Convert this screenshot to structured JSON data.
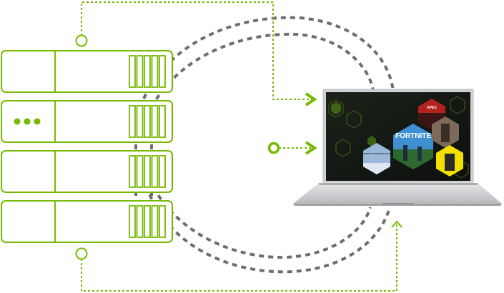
{
  "diagram": {
    "colors": {
      "accent_green": "#76b900",
      "arc_gray": "#6e6e6e",
      "laptop_silver": "#d9dadc",
      "screen_dark": "#151a17"
    },
    "server_rack": {
      "units": [
        {
          "indicator": "none"
        },
        {
          "indicator": "three-dots"
        },
        {
          "indicator": "none"
        },
        {
          "indicator": "none"
        }
      ]
    },
    "laptop": {
      "screen_games": [
        {
          "label": "FORTNITE",
          "icon": "fortnite-tile"
        },
        {
          "label": "APEX",
          "icon": "apex-tile"
        },
        {
          "label": "",
          "icon": "assassins-creed-tile"
        },
        {
          "label": "",
          "icon": "cyberpunk-tile"
        },
        {
          "label": "DESTINY 2 BEYOND LIGHT",
          "icon": "destiny-tile"
        }
      ]
    }
  }
}
